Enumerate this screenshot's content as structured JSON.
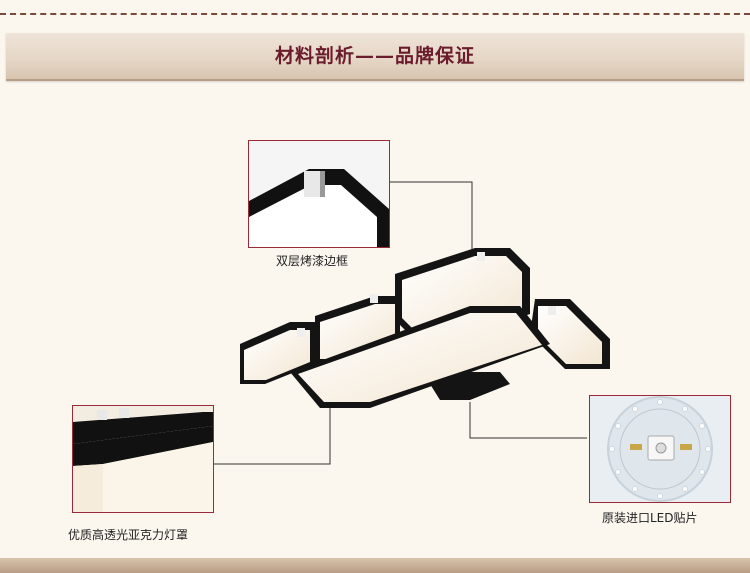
{
  "banner": {
    "title": "材料剖析——品牌保证"
  },
  "callouts": [
    {
      "caption": "双层烤漆边框"
    },
    {
      "caption": "优质高透光亚克力灯罩"
    },
    {
      "caption": "原装进口LED贴片"
    }
  ],
  "colors": {
    "accent": "#6a1c2c",
    "frame_border": "#9a2a3a",
    "lamp_frame": "#1a1a1a",
    "diffuser": "#fbf2e4"
  }
}
